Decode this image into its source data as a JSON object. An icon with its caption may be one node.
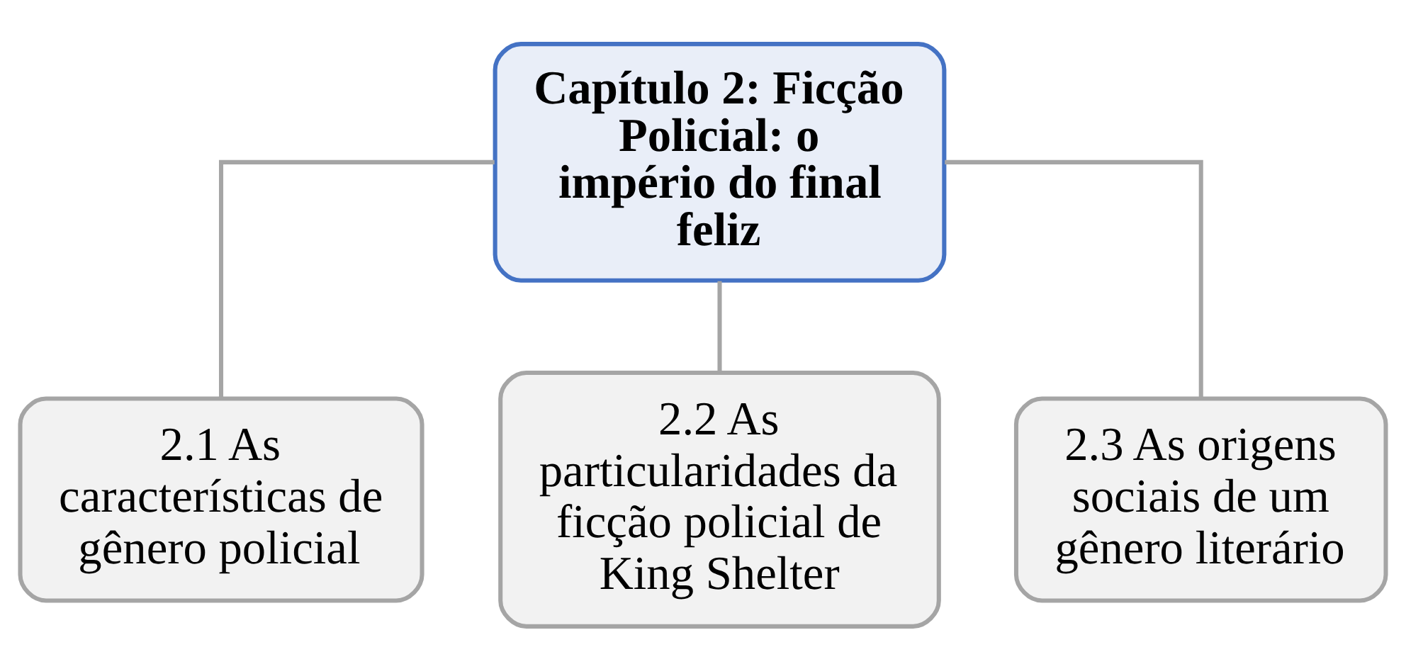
{
  "diagram": {
    "nodes": [
      {
        "text": [
          "Capítulo 2: Ficção Policial: o império do final feliz"
        ]
      },
      {
        "text": [
          "2.1 As características de gênero policial"
        ]
      },
      {
        "text": [
          "2.2 As particularidades da ficção policial de King Shelter"
        ]
      },
      {
        "text": [
          "2.3 As origens sociais de um gênero literário"
        ]
      }
    ],
    "edges": [
      {
        "from": 0,
        "to": 1,
        "arrow": "none"
      },
      {
        "from": 0,
        "to": 2,
        "arrow": "none"
      },
      {
        "from": 0,
        "to": 3,
        "arrow": "none"
      }
    ]
  }
}
